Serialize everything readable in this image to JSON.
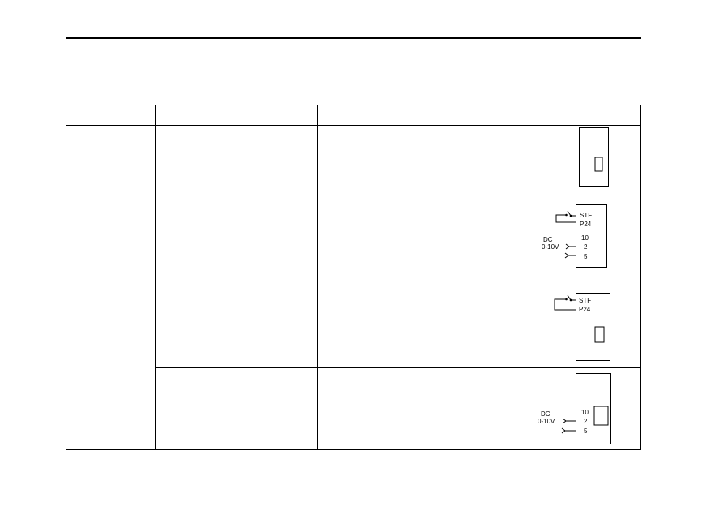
{
  "table": {
    "header": [
      "",
      "",
      ""
    ],
    "rows": [
      {
        "c1": "",
        "c2": "",
        "c3": ""
      },
      {
        "c1": "",
        "c2": "",
        "c3": ""
      },
      {
        "c1": "",
        "c2": "",
        "c3": ""
      },
      {
        "c1": "",
        "c2": "",
        "c3": ""
      }
    ]
  },
  "figures": {
    "fig2": {
      "stf": "STF",
      "p24": "P24",
      "t10": "10",
      "t2": "2",
      "t5": "5",
      "dc": "DC",
      "range": "0-10V"
    },
    "fig3": {
      "stf": "STF",
      "p24": "P24"
    },
    "fig4": {
      "t10": "10",
      "t2": "2",
      "t5": "5",
      "dc": "DC",
      "range": "0-10V"
    }
  }
}
